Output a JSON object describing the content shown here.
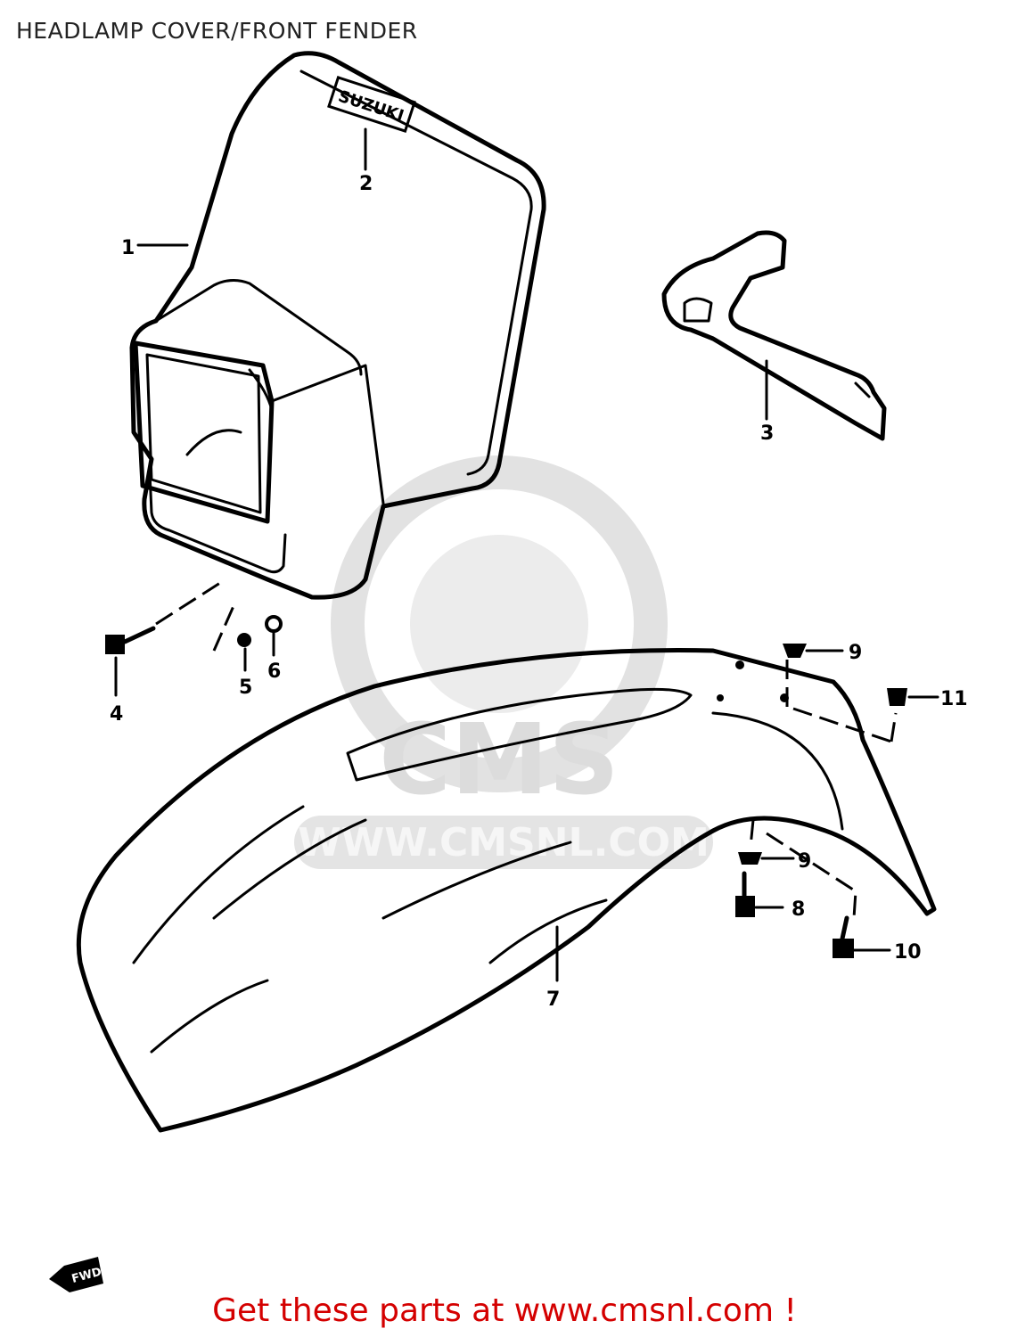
{
  "title": "HEADLAMP COVER/FRONT FENDER",
  "logo_text": "SUZUKI",
  "watermark": {
    "brand": "CMS",
    "url": "WWW.CMSNL.COM"
  },
  "callouts": [
    "1",
    "2",
    "3",
    "4",
    "5",
    "6",
    "7",
    "8",
    "9",
    "9",
    "10",
    "11"
  ],
  "front_marker": "FWD",
  "footer_link": "Get these parts at www.cmsnl.com !"
}
